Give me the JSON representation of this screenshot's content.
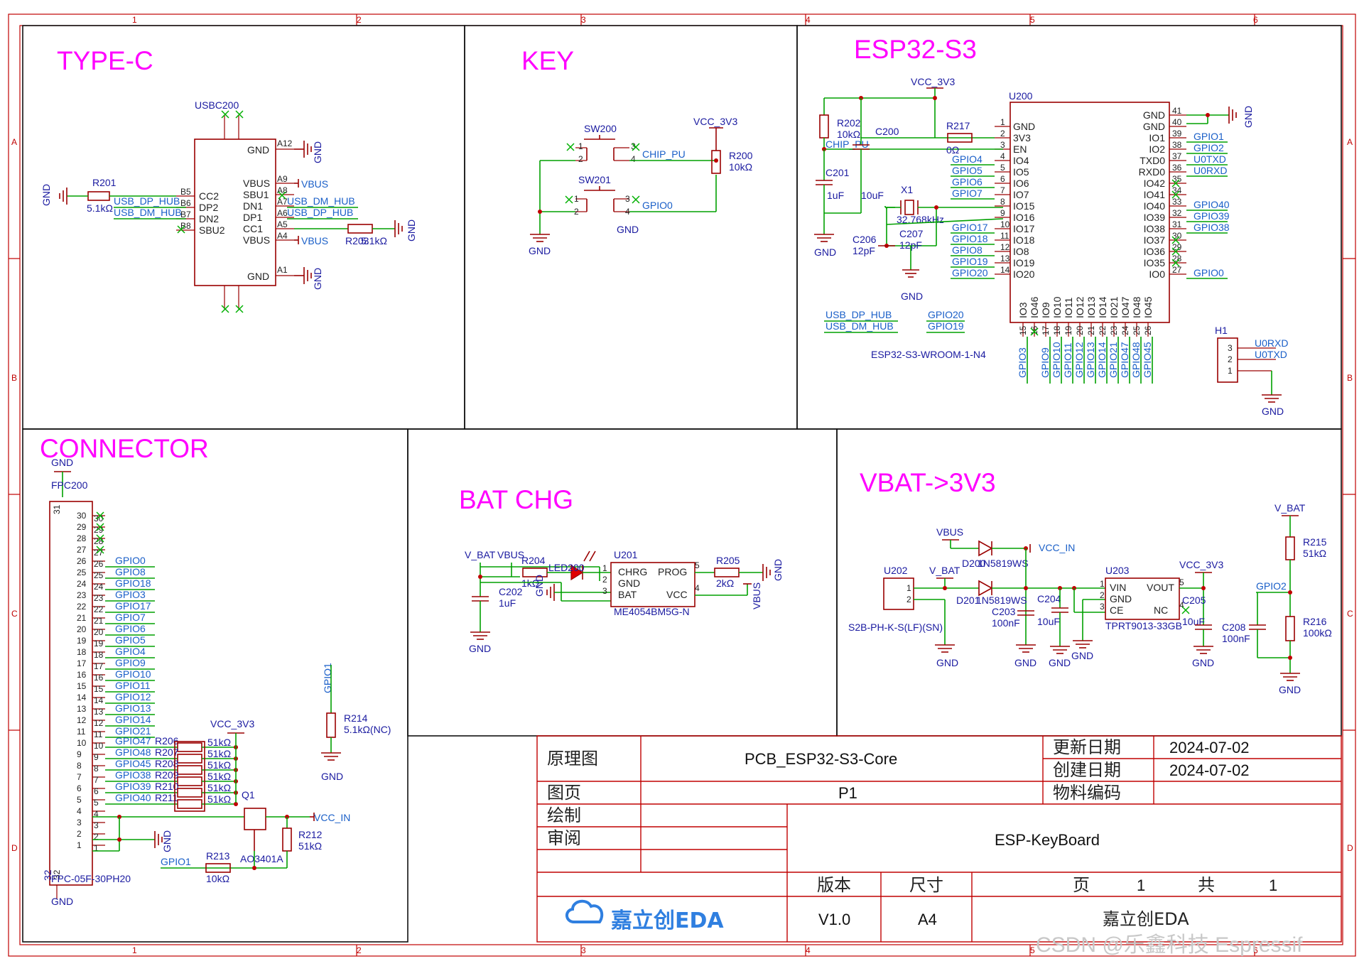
{
  "grid": {
    "columns": [
      "1",
      "2",
      "3",
      "4",
      "5",
      "6"
    ],
    "rows": [
      "A",
      "B",
      "C",
      "D"
    ]
  },
  "sections": {
    "typec": "TYPE-C",
    "key": "KEY",
    "esp": "ESP32-S3",
    "connector": "CONNECTOR",
    "batchg": "BAT CHG",
    "vbat": "VBAT->3V3"
  },
  "typec": {
    "ref": "USBC200",
    "pins_left": [
      "B5",
      "B6",
      "B7",
      "B8"
    ],
    "names_left": [
      "CC2",
      "DP2",
      "DN2",
      "SBU2"
    ],
    "names_right": [
      "VBUS",
      "SBU1",
      "DN1",
      "DP1",
      "CC1",
      "VBUS"
    ],
    "pins_right": [
      "A9",
      "A8",
      "A7",
      "A6",
      "A5",
      "A4"
    ],
    "gnd_top_pin": "A12",
    "gnd_bot_pin": "A1",
    "gnd_label": "GND",
    "r201": "R201",
    "r201_val": "5.1kΩ",
    "r203": "R203",
    "r203_val": "5.1kΩ",
    "net_dp": "USB_DP_HUB",
    "net_dm": "USB_DM_HUB",
    "vbus": "VBUS"
  },
  "key": {
    "sw200": "SW200",
    "sw201": "SW201",
    "r200": "R200",
    "r200_val": "10kΩ",
    "vcc": "VCC_3V3",
    "chip_pu": "CHIP_PU",
    "gpio0": "GPIO0",
    "gnd": "GND",
    "p1": "1",
    "p2": "2",
    "p3": "3",
    "p4": "4"
  },
  "esp": {
    "ref": "U200",
    "part": "ESP32-S3-WROOM-1-N4",
    "vcc": "VCC_3V3",
    "r202": "R202",
    "r202_val": "10kΩ",
    "r217": "R217",
    "r217_val": "0Ω",
    "c200": "C200",
    "c200_val": "10uF",
    "c201": "C201",
    "c201_val": "1uF",
    "x1": "X1",
    "x1_val": "32.768kHz",
    "c206": "C206",
    "c206_val": "12pF",
    "c207": "C207",
    "c207_val": "12pF",
    "chip_pu": "CHIP_PU",
    "gnd": "GND",
    "left_pins": [
      "1",
      "2",
      "3",
      "4",
      "5",
      "6",
      "7",
      "8",
      "9",
      "10",
      "11",
      "12",
      "13",
      "14"
    ],
    "left_names": [
      "GND",
      "3V3",
      "EN",
      "IO4",
      "IO5",
      "IO6",
      "IO7",
      "IO15",
      "IO16",
      "IO17",
      "IO18",
      "IO8",
      "IO19",
      "IO20"
    ],
    "left_nets": [
      "",
      "",
      "",
      "GPIO4",
      "GPIO5",
      "GPIO6",
      "GPIO7",
      "",
      "",
      "GPIO17",
      "GPIO18",
      "GPIO8",
      "GPIO19",
      "GPIO20"
    ],
    "right_pins": [
      "41",
      "40",
      "39",
      "38",
      "37",
      "36",
      "35",
      "34",
      "33",
      "32",
      "31",
      "30",
      "29",
      "28",
      "27"
    ],
    "right_names": [
      "GND",
      "GND",
      "IO1",
      "IO2",
      "TXD0",
      "RXD0",
      "IO42",
      "IO41",
      "IO40",
      "IO39",
      "IO38",
      "IO37",
      "IO36",
      "IO35",
      "IO0"
    ],
    "right_nets": [
      "",
      "",
      "GPIO1",
      "GPIO2",
      "U0TXD",
      "U0RXD",
      "",
      "",
      "GPIO40",
      "GPIO39",
      "GPIO38",
      "",
      "",
      "",
      "GPIO0"
    ],
    "bottom_pins": [
      "15",
      "16",
      "17",
      "18",
      "19",
      "20",
      "21",
      "22",
      "23",
      "24",
      "25",
      "26"
    ],
    "bottom_names": [
      "IO3",
      "IO46",
      "IO9",
      "IO10",
      "IO11",
      "IO12",
      "IO13",
      "IO14",
      "IO21",
      "IO47",
      "IO48",
      "IO45"
    ],
    "bottom_nets": [
      "GPIO3",
      "",
      "GPIO9",
      "GPIO10",
      "GPIO11",
      "GPIO12",
      "GPIO13",
      "GPIO14",
      "GPIO21",
      "GPIO47",
      "GPIO48",
      "GPIO45"
    ],
    "alias_left": [
      "USB_DP_HUB",
      "USB_DM_HUB"
    ],
    "alias_right": [
      "GPIO20",
      "GPIO19"
    ],
    "h1": "H1",
    "h1_pins": [
      "3",
      "2",
      "1"
    ],
    "h1_nets": [
      "U0RXD",
      "U0TXD"
    ]
  },
  "connector": {
    "ref": "FPC200",
    "part": "FPC-05F-30PH20",
    "gnd": "GND",
    "pin_numbers": [
      "30",
      "29",
      "28",
      "27",
      "26",
      "25",
      "24",
      "23",
      "22",
      "21",
      "20",
      "19",
      "18",
      "17",
      "16",
      "15",
      "14",
      "13",
      "12",
      "11",
      "10",
      "9",
      "8",
      "7",
      "6",
      "5",
      "4",
      "3",
      "2",
      "1"
    ],
    "nets": [
      "",
      "",
      "",
      "",
      "GPIO0",
      "GPIO8",
      "GPIO18",
      "GPIO3",
      "GPIO17",
      "GPIO7",
      "GPIO6",
      "GPIO5",
      "GPIO4",
      "GPIO9",
      "GPIO10",
      "GPIO11",
      "GPIO12",
      "GPIO13",
      "GPIO14",
      "GPIO21",
      "",
      "",
      "",
      "",
      "",
      "",
      "",
      "",
      "",
      ""
    ],
    "led_rows": [
      {
        "net": "GPIO47",
        "ref": "R206",
        "val": "51kΩ"
      },
      {
        "net": "GPIO48",
        "ref": "R207",
        "val": "51kΩ"
      },
      {
        "net": "GPIO45",
        "ref": "R208",
        "val": "51kΩ"
      },
      {
        "net": "GPIO38",
        "ref": "R209",
        "val": "51kΩ"
      },
      {
        "net": "GPIO39",
        "ref": "R210",
        "val": "51kΩ"
      },
      {
        "net": "GPIO40",
        "ref": "R211",
        "val": "51kΩ"
      }
    ],
    "side_31": "31",
    "side_32": "32",
    "vcc": "VCC_3V3",
    "vcc_in": "VCC_IN",
    "q1": "Q1",
    "q1_part": "AO3401A",
    "r212": "R212",
    "r212_val": "51kΩ",
    "r213": "R213",
    "r213_val": "10kΩ",
    "gpio1": "GPIO1",
    "r214": "R214",
    "r214_val": "5.1kΩ(NC)"
  },
  "batchg": {
    "vbat": "V_BAT",
    "vbus": "VBUS",
    "r204": "R204",
    "r204_val": "1kΩ",
    "led": "LED200",
    "c202": "C202",
    "c202_val": "1uF",
    "u201": "U201",
    "u201_part": "ME4054BM5G-N",
    "pins_left": [
      "1",
      "2",
      "3"
    ],
    "names_left": [
      "CHRG",
      "GND",
      "BAT"
    ],
    "pins_right": [
      "5",
      "4"
    ],
    "names_right": [
      "PROG",
      "VCC"
    ],
    "r205": "R205",
    "r205_val": "2kΩ",
    "gnd": "GND"
  },
  "vbat": {
    "vbus": "VBUS",
    "vbat": "V_BAT",
    "d200": "D200",
    "d200_part": "1N5819WS",
    "d201": "D201",
    "d201_part": "1N5819WS",
    "vcc_in": "VCC_IN",
    "u202": "U202",
    "u202_part": "S2B-PH-K-S(LF)(SN)",
    "c203": "C203",
    "c203_val": "100nF",
    "c204": "C204",
    "c204_val": "10uF",
    "u203": "U203",
    "u203_part": "TPRT9013-33GB",
    "u203_left": [
      "VIN",
      "GND",
      "CE"
    ],
    "u203_right": [
      "VOUT",
      "NC"
    ],
    "u203_lpins": [
      "1",
      "2",
      "3"
    ],
    "u203_rpins": [
      "5",
      "4"
    ],
    "c205": "C205",
    "c205_val": "10uF",
    "vcc": "VCC_3V3",
    "r215": "R215",
    "r215_val": "51kΩ",
    "r216": "R216",
    "r216_val": "100kΩ",
    "c208": "C208",
    "c208_val": "100nF",
    "gpio2": "GPIO2",
    "gnd": "GND"
  },
  "titleblock": {
    "schematic_label": "原理图",
    "page_label": "图页",
    "draw_label": "绘制",
    "review_label": "审阅",
    "project": "PCB_ESP32-S3-Core",
    "page": "P1",
    "update_label": "更新日期",
    "update_date": "2024-07-02",
    "create_label": "创建日期",
    "create_date": "2024-07-02",
    "bom_label": "物料编码",
    "board": "ESP-KeyBoard",
    "version_label": "版本",
    "size_label": "尺寸",
    "page_count_label": "页",
    "page_num": "1",
    "total_label": "共",
    "total_num": "1",
    "version": "V1.0",
    "size": "A4",
    "brand": "嘉立创EDA",
    "logo_text": "嘉立创EDA"
  },
  "watermark": "CSDN @乐鑫科技 Espressif",
  "colors": {
    "border": "#c00000",
    "wire": "#00a000",
    "component": "#9a0000",
    "title": "#ff00ff",
    "net": "#1a5fc8",
    "logo": "#2f7fe0"
  }
}
